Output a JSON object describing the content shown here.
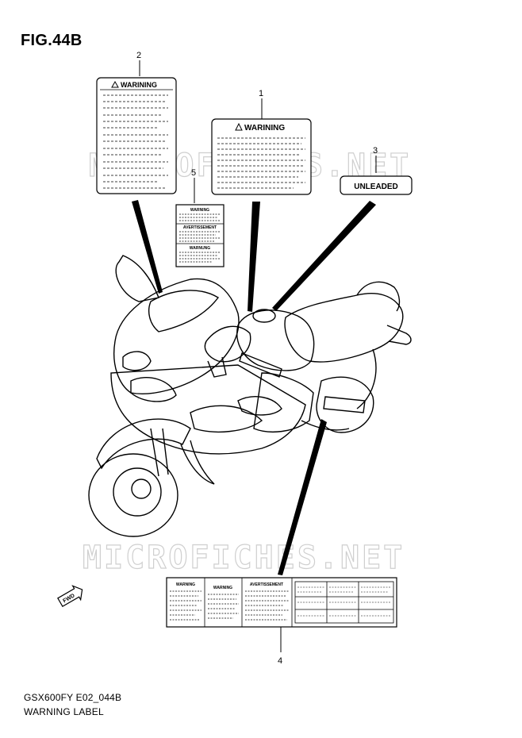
{
  "figure": {
    "title": "FIG.44B"
  },
  "watermark": {
    "text": "MICROFICHES.NET"
  },
  "callouts": [
    "1",
    "2",
    "3",
    "4",
    "5"
  ],
  "labels": {
    "part1": {
      "heading": "WARINING"
    },
    "part2": {
      "heading": "WARINING"
    },
    "part3": {
      "text": "UNLEADED"
    },
    "part5": {
      "headings": [
        "WARNING",
        "AVERTISSEMENT",
        "WARNUNG"
      ]
    },
    "part4": {
      "headings": [
        "WARNING",
        "WARNING",
        "AVERTISSEMENT"
      ]
    }
  },
  "direction_badge": {
    "text": "FWD"
  },
  "footer": {
    "code": "GSX600FY E02_044B",
    "caption": "WARNING LABEL"
  },
  "colors": {
    "ink": "#000000",
    "paper": "#ffffff",
    "watermark": "#d9d9d9"
  }
}
